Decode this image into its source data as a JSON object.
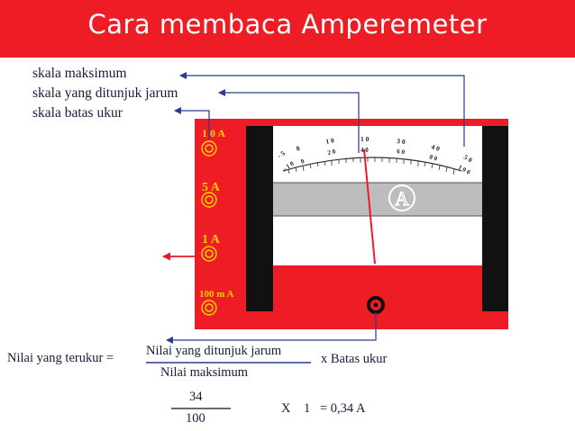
{
  "title": "Cara membaca Amperemeter",
  "labels": {
    "max_scale": "skala maksimum",
    "pointed_scale": "skala yang ditunjuk jarum",
    "range_scale": "skala batas ukur"
  },
  "meter": {
    "terminals": [
      "1 0 A",
      "5 A",
      "1  A",
      "100 m A"
    ],
    "symbol": "A",
    "scale_outer": [
      "- 5",
      "0",
      "1 0",
      "1 0",
      "3 0",
      "4 0",
      "5 0"
    ],
    "scale_inner": [
      "- 1 0",
      "0",
      "2 0",
      "4 0",
      "6 0",
      "8 0",
      "1 0 0"
    ],
    "colors": {
      "body": "#ee1c24",
      "dark": "#111111",
      "band": "#bdbdbd",
      "arrow_blue": "#2a3a8f",
      "arrow_red": "#e21b22"
    }
  },
  "formula": {
    "left": "Nilai yang terukur =",
    "numerator": "Nilai yang ditunjuk jarum",
    "denominator": "Nilai maksimum",
    "multiplier": "x   Batas ukur",
    "example_numerator": "34",
    "example_denominator": "100",
    "example_x": "X",
    "example_range": "1",
    "example_result": "= 0,34 A"
  }
}
